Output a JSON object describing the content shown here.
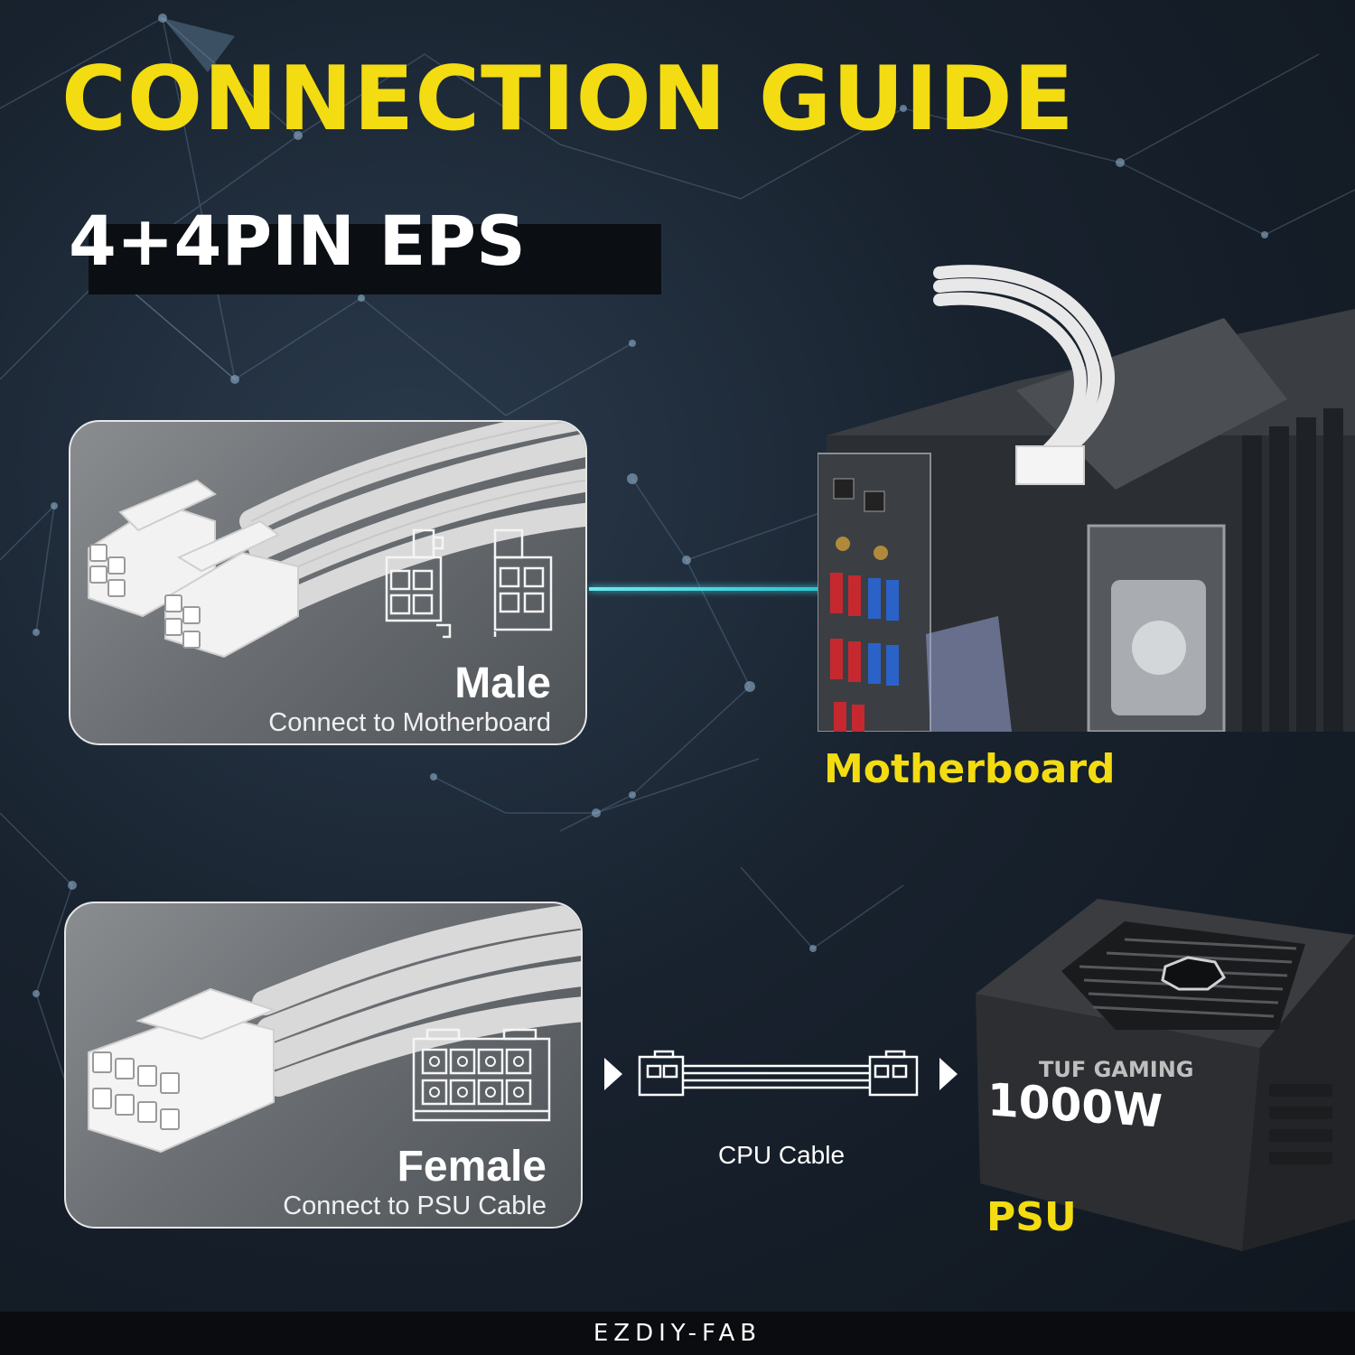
{
  "header": {
    "title": "CONNECTION GUIDE",
    "subtitle": "4+4PIN EPS"
  },
  "male_panel": {
    "label": "Male",
    "description": "Connect to Motherboard"
  },
  "female_panel": {
    "label": "Female",
    "description": "Connect to PSU Cable"
  },
  "motherboard": {
    "label": "Motherboard"
  },
  "cable": {
    "label": "CPU Cable"
  },
  "psu": {
    "label": "PSU",
    "brand_text": "TUF GAMING",
    "wattage": "1000W"
  },
  "footer": {
    "brand": "EZDIY-FAB"
  },
  "colors": {
    "accent_yellow": "#f3dc12",
    "line_cyan": "#3fd7e2",
    "background": "#18222e"
  }
}
